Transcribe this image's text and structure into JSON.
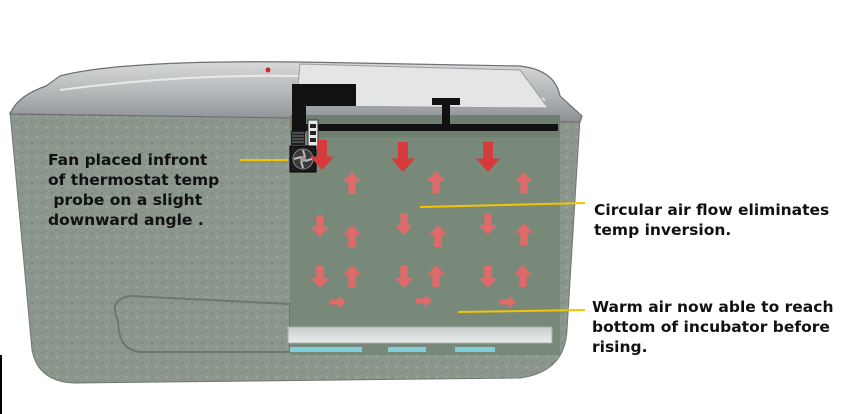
{
  "annotations": {
    "fan_note": "Fan placed infront\nof thermostat temp\n probe on a slight\ndownward angle .",
    "circular_note": "Circular air flow eliminates\ntemp inversion.",
    "warm_note": "Warm air now able to reach\nbottom of incubator before\nrising."
  },
  "colors": {
    "foam": "#8b968c",
    "cutaway_green": "#78897a",
    "arrow_red": "#e06a6a",
    "down_arrow_red": "#d63a3a",
    "leader_line": "#f2c500",
    "lid": "#b9bcbe",
    "water_tray": "#7fd0dc"
  },
  "icons": {
    "fan": "fan-icon",
    "thermostat_probe": "thermostat-probe-icon"
  }
}
